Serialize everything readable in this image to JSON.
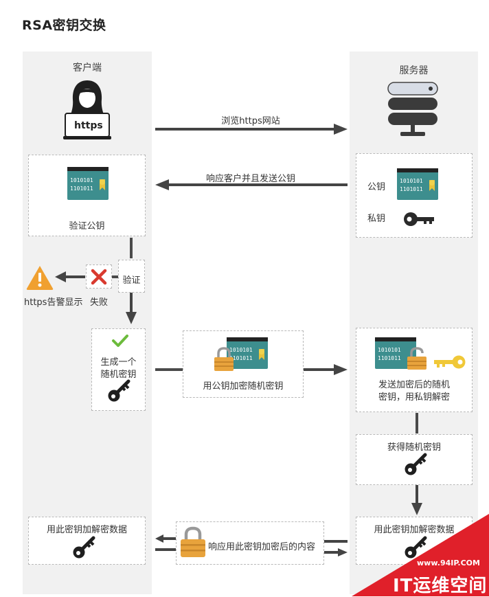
{
  "title": "RSA密钥交换",
  "client": {
    "title": "客户端",
    "laptop_text": "https",
    "verify_pubkey": "验证公钥",
    "verify_label": "验证",
    "fail_label": "失败",
    "warning_label": "https告警显示",
    "generate_label_1": "生成一个",
    "generate_label_2": "随机密钥",
    "decrypt_data": "用此密钥加解密数据"
  },
  "server": {
    "title": "服务器",
    "public_key": "公钥",
    "private_key": "私钥",
    "decrypt_label_1": "发送加密后的随机",
    "decrypt_label_2": "密钥，用私钥解密",
    "obtain_key": "获得随机密钥",
    "decrypt_data": "用此密钥加解密数据"
  },
  "messages": {
    "browse": "浏览https网站",
    "respond_pubkey": "响应客户并且发送公钥",
    "encrypt_key": "用公钥加密随机密钥",
    "respond_content": "响应用此密钥加密后的内容"
  },
  "cert": {
    "line1": "1010101",
    "line2": "1101011"
  },
  "watermark": {
    "url": "www.94IP.COM",
    "brand": "IT运维空间"
  },
  "colors": {
    "cert": "#3d8e8e",
    "lock": "#e8a33c",
    "warning": "#f0a030",
    "error": "#d93a2f",
    "check": "#6cbb3c",
    "watermark": "#e0202a"
  }
}
